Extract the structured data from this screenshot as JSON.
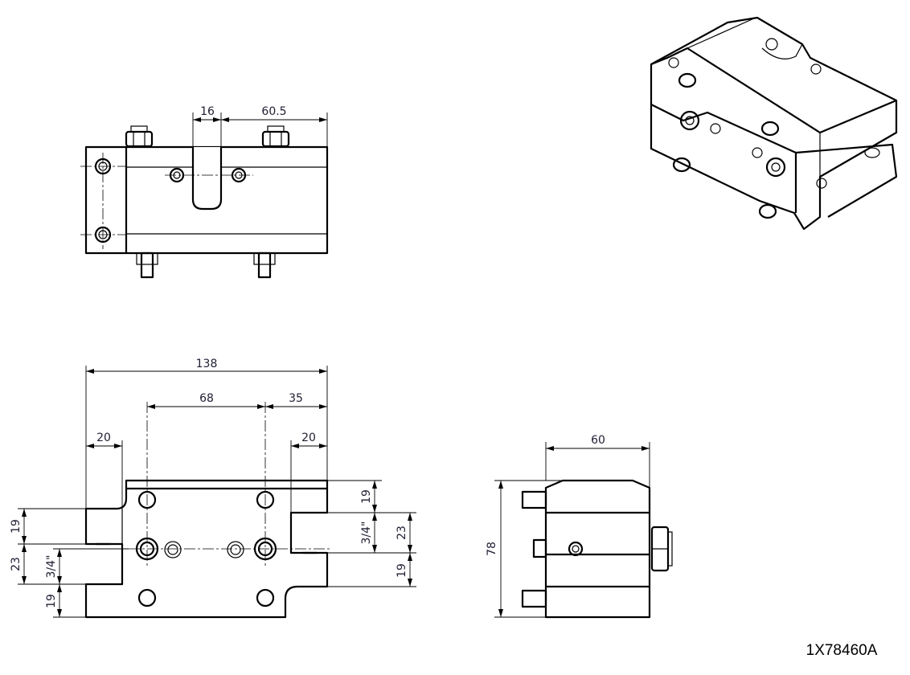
{
  "drawing": {
    "part_number": "1X78460A",
    "top_view": {
      "dim_slot": "16",
      "dim_offset": "60.5"
    },
    "bottom_view": {
      "dim_overall": "138",
      "dim_hole_spacing": "68",
      "dim_hole_edge": "35",
      "dim_left_flange": "20",
      "dim_right_flange": "20",
      "left_dims": {
        "upper": "19",
        "middle": "23",
        "thread": "3/4\"",
        "lower": "19"
      },
      "right_dims": {
        "upper": "19",
        "thread": "3/4\"",
        "middle": "23",
        "lower": "19"
      }
    },
    "side_view": {
      "dim_width": "60",
      "dim_height": "78"
    }
  }
}
